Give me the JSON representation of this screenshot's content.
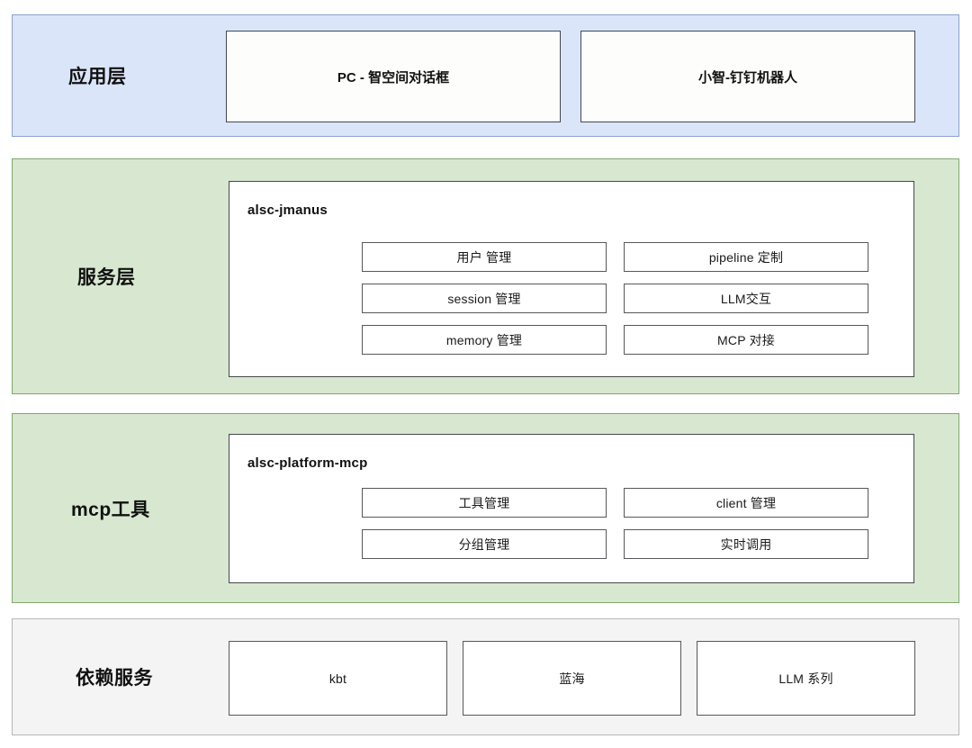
{
  "diagram": {
    "type": "layered-architecture",
    "layers": [
      {
        "id": "application",
        "name": "应用层",
        "band_color": "#dbe5f9",
        "border_color": "#8ba3cf",
        "cards": [
          {
            "label": "PC - 智空间对话框"
          },
          {
            "label": "小智-钉钉机器人"
          }
        ]
      },
      {
        "id": "service",
        "name": "服务层",
        "band_color": "#d8e8d0",
        "border_color": "#7fa86a",
        "module": {
          "title": "alsc-jmanus",
          "cells": [
            "用户 管理",
            "pipeline 定制",
            "session 管理",
            "LLM交互",
            "memory 管理",
            "MCP 对接"
          ]
        }
      },
      {
        "id": "mcp-tools",
        "name": "mcp工具",
        "band_color": "#d8e8d0",
        "border_color": "#7fa86a",
        "module": {
          "title": "alsc-platform-mcp",
          "cells": [
            "工具管理",
            "client 管理",
            "分组管理",
            "实时调用"
          ]
        }
      },
      {
        "id": "dependency",
        "name": "依赖服务",
        "band_color": "#f4f4f4",
        "border_color": "#b6b6b6",
        "cards": [
          {
            "label": "kbt"
          },
          {
            "label": "蓝海"
          },
          {
            "label": "LLM 系列"
          }
        ]
      }
    ]
  }
}
